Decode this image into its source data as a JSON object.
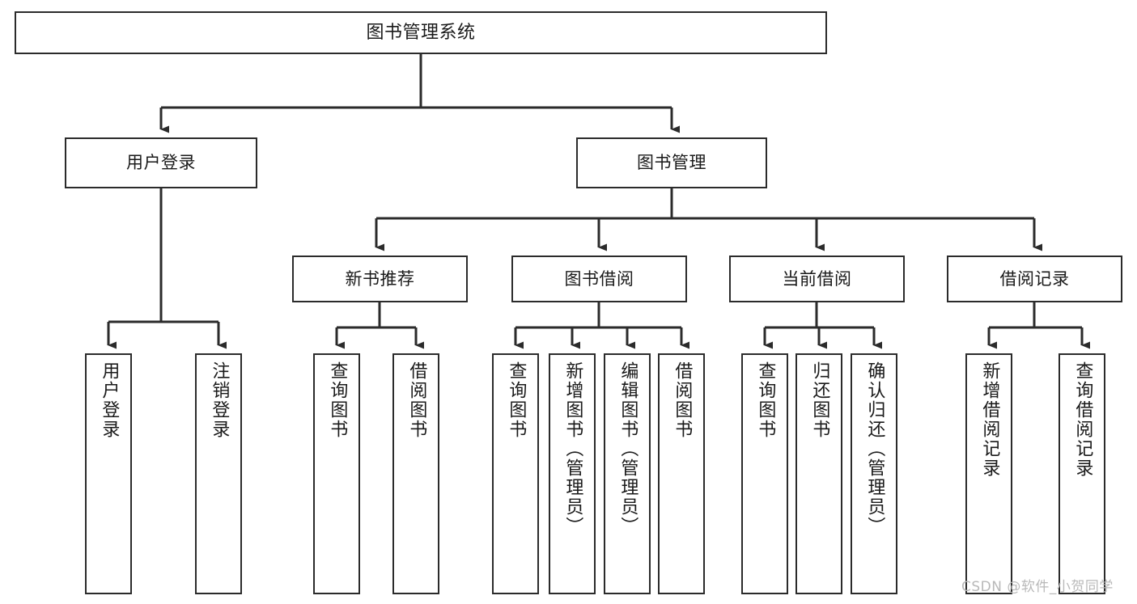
{
  "diagram": {
    "type": "hierarchy-tree",
    "title": "图书管理系统",
    "levels": 4,
    "root": {
      "label": "图书管理系统"
    },
    "level2": [
      {
        "label": "用户登录"
      },
      {
        "label": "图书管理"
      }
    ],
    "level3": [
      {
        "label": "新书推荐"
      },
      {
        "label": "图书借阅"
      },
      {
        "label": "当前借阅"
      },
      {
        "label": "借阅记录"
      }
    ],
    "leaves": {
      "user_login": [
        {
          "label": "用户登录"
        },
        {
          "label": "注销登录"
        }
      ],
      "new_book_recommend": [
        {
          "label": "查询图书"
        },
        {
          "label": "借阅图书"
        }
      ],
      "book_borrow": [
        {
          "label": "查询图书"
        },
        {
          "label": "新增图书（管理员）"
        },
        {
          "label": "编辑图书（管理员）"
        },
        {
          "label": "借阅图书"
        }
      ],
      "current_borrow": [
        {
          "label": "查询图书"
        },
        {
          "label": "归还图书"
        },
        {
          "label": "确认归还（管理员）"
        }
      ],
      "borrow_record": [
        {
          "label": "新增借阅记录"
        },
        {
          "label": "查询借阅记录"
        }
      ]
    }
  },
  "watermark": {
    "text": "CSDN @软件_小贺同学"
  },
  "colors": {
    "stroke": "#2b2b2b",
    "background": "#ffffff",
    "text": "#1a1a1a",
    "watermark": "#b9b9b9"
  }
}
